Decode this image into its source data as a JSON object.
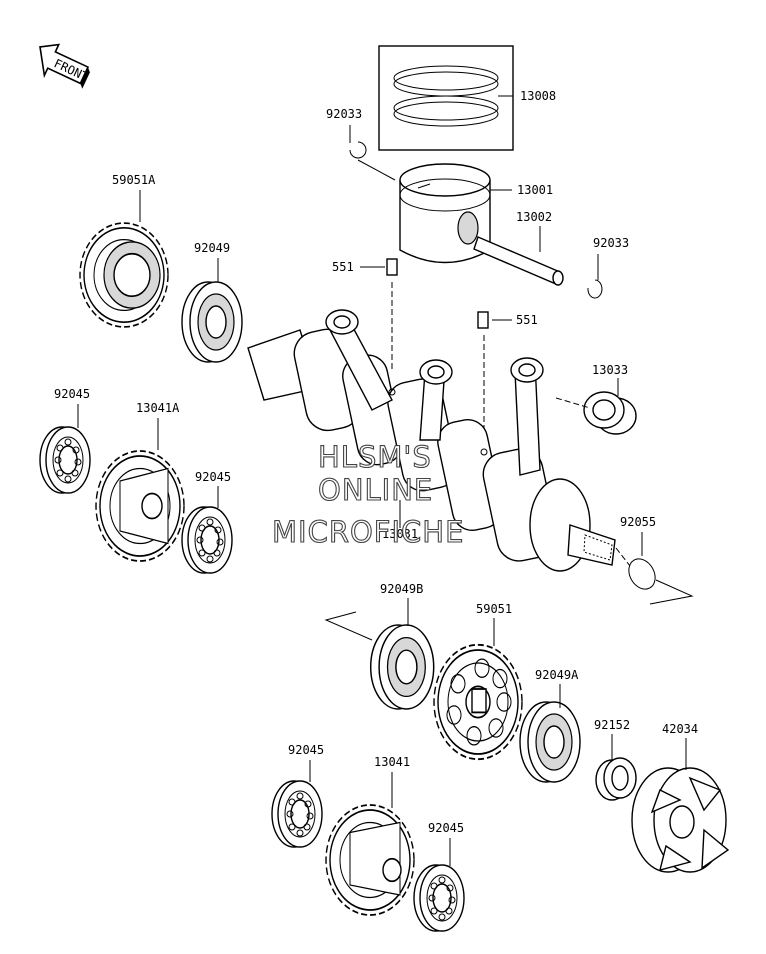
{
  "direction_label": "FRONT",
  "parts": {
    "p13008": "13008",
    "p92033_top": "92033",
    "p13001": "13001",
    "p13002": "13002",
    "p92033_right": "92033",
    "p59051A": "59051A",
    "p92049": "92049",
    "p551_left": "551",
    "p551_right": "551",
    "p13033": "13033",
    "p92045_left": "92045",
    "p13041A": "13041A",
    "p92045_mid": "92045",
    "p13031": "13031",
    "p92055": "92055",
    "p92049B": "92049B",
    "p59051": "59051",
    "p92049A": "92049A",
    "p92152": "92152",
    "p42034": "42034",
    "p92045_bottom_left": "92045",
    "p13041": "13041",
    "p92045_bottom_right": "92045"
  },
  "watermark": {
    "line1": "HLSM'S",
    "line2": "ONLINE",
    "line3": "MICROFICHE"
  }
}
